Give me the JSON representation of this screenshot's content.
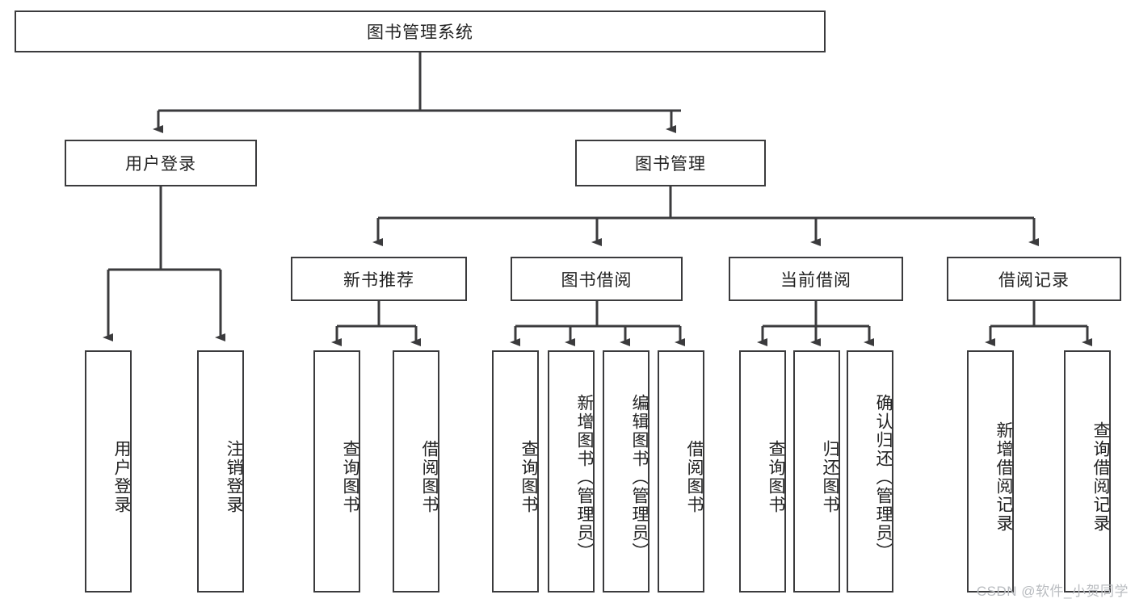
{
  "diagram": {
    "title": "图书管理系统",
    "watermark": "CSDN @软件_小贺同学",
    "colors": {
      "line": "#3b3b3d",
      "box_border": "#3b3b3d",
      "box_fill": "#ffffff",
      "text": "#222222",
      "watermark": "#b9bcc0",
      "background": "#ffffff"
    },
    "nodes": {
      "root": "图书管理系统",
      "level2": {
        "user_login": "用户登录",
        "book_manage": "图书管理"
      },
      "level3": {
        "new_book_recommend": "新书推荐",
        "book_borrow": "图书借阅",
        "current_borrow": "当前借阅",
        "borrow_record": "借阅记录"
      },
      "leaves": {
        "user_login_1": "用户登录",
        "user_login_2": "注销登录",
        "recommend_1": "查询图书",
        "recommend_2": "借阅图书",
        "borrow_1": "查询图书",
        "borrow_2": "新增图书（管理员）",
        "borrow_3": "编辑图书（管理员）",
        "borrow_4": "借阅图书",
        "current_1": "查询图书",
        "current_2": "归还图书",
        "current_3": "确认归还（管理员）",
        "record_1": "新增借阅记录",
        "record_2": "查询借阅记录"
      }
    }
  }
}
